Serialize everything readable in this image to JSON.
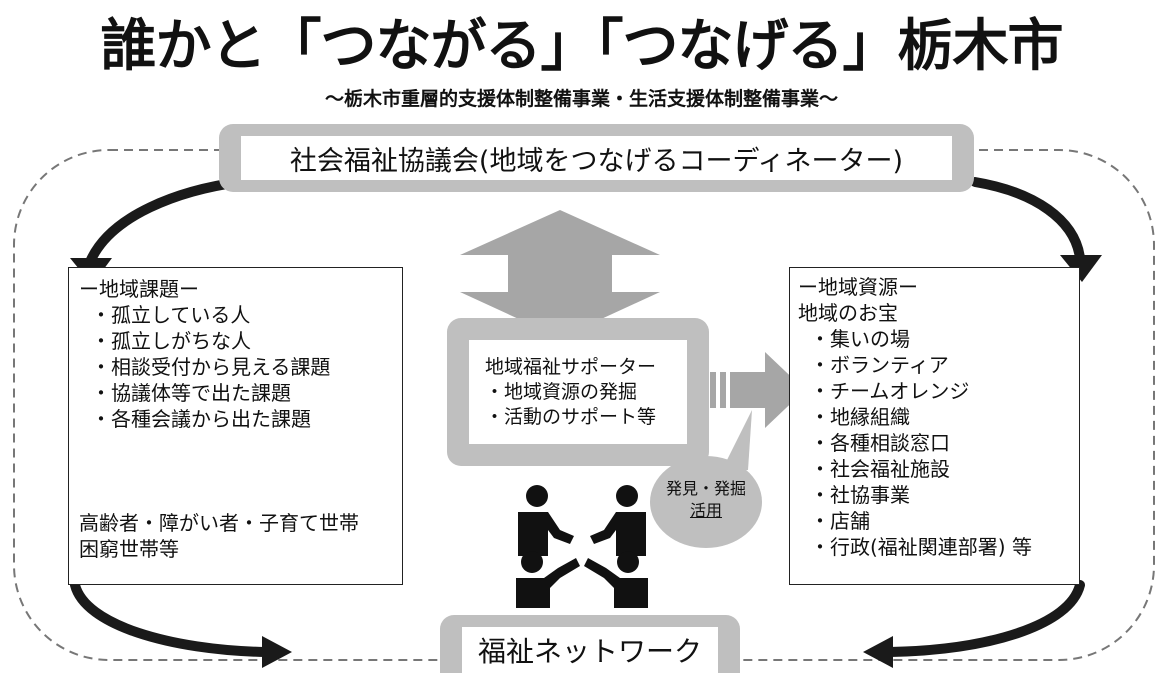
{
  "header": {
    "title": "誰かと「つながる」「つなげる」栃木市",
    "subtitle": "～栃木市重層的支援体制整備事業・生活支援体制整備事業～"
  },
  "council": {
    "label": "社会福祉協議会(地域をつなげるコーディネーター)"
  },
  "left_panel": {
    "heading": "ー地域課題ー",
    "items": [
      "・孤立している人",
      "・孤立しがちな人",
      "・相談受付から見える課題",
      "・協議体等で出た課題",
      "・各種会議から出た課題"
    ],
    "bottom_lines": [
      "高齢者・障がい者・子育て世帯",
      "困窮世帯等"
    ]
  },
  "supporter": {
    "title": "地域福祉サポーター",
    "items": [
      "・地域資源の発掘",
      "・活動のサポート等"
    ]
  },
  "discovery": {
    "line1": "発見・発掘",
    "line2": "活用"
  },
  "right_panel": {
    "heading": "ー地域資源ー",
    "subheading": "地域のお宝",
    "items": [
      "・集いの場",
      "・ボランティア",
      "・チームオレンジ",
      "・地縁組織",
      "・各種相談窓口",
      "・社会福祉施設",
      "・社協事業",
      "・店舗",
      "・行政(福祉関連部署) 等"
    ]
  },
  "network": {
    "label": "福祉ネットワーク"
  },
  "colors": {
    "bar_gray": "#bfbfbf",
    "arrow_gray": "#a6a6a6",
    "dark_arrow": "#1a1a1a",
    "dashed_border": "#777777"
  },
  "icons": {
    "people": "people-pointing-icon",
    "arrows": "flow-arrow-icon"
  }
}
